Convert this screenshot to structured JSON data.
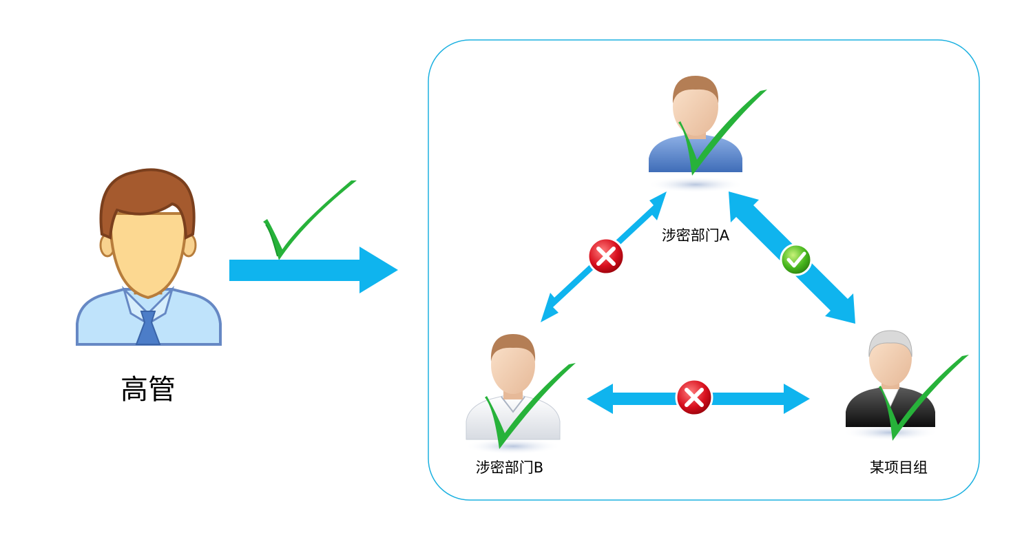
{
  "labels": {
    "executive": "高管",
    "dept_a": "涉密部门A",
    "dept_b": "涉密部门B",
    "project_group": "某项目组"
  },
  "nodes": [
    {
      "id": "executive",
      "label_key": "executive",
      "access": "allowed"
    },
    {
      "id": "dept_a",
      "label_key": "dept_a",
      "access": "allowed"
    },
    {
      "id": "dept_b",
      "label_key": "dept_b",
      "access": "allowed"
    },
    {
      "id": "project_group",
      "label_key": "project_group",
      "access": "allowed"
    }
  ],
  "edges": [
    {
      "from": "executive",
      "to": "secure_zone",
      "direction": "one-way",
      "status": "allowed"
    },
    {
      "from": "dept_a",
      "to": "dept_b",
      "direction": "two-way",
      "status": "denied"
    },
    {
      "from": "dept_a",
      "to": "project_group",
      "direction": "two-way",
      "status": "allowed"
    },
    {
      "from": "dept_b",
      "to": "project_group",
      "direction": "two-way",
      "status": "denied"
    }
  ],
  "colors": {
    "arrow": "#0FB4EE",
    "check": "#27B23A",
    "deny_badge": "#D7101E",
    "allow_badge": "#43B51C",
    "zone_border": "#1AB0E0"
  }
}
